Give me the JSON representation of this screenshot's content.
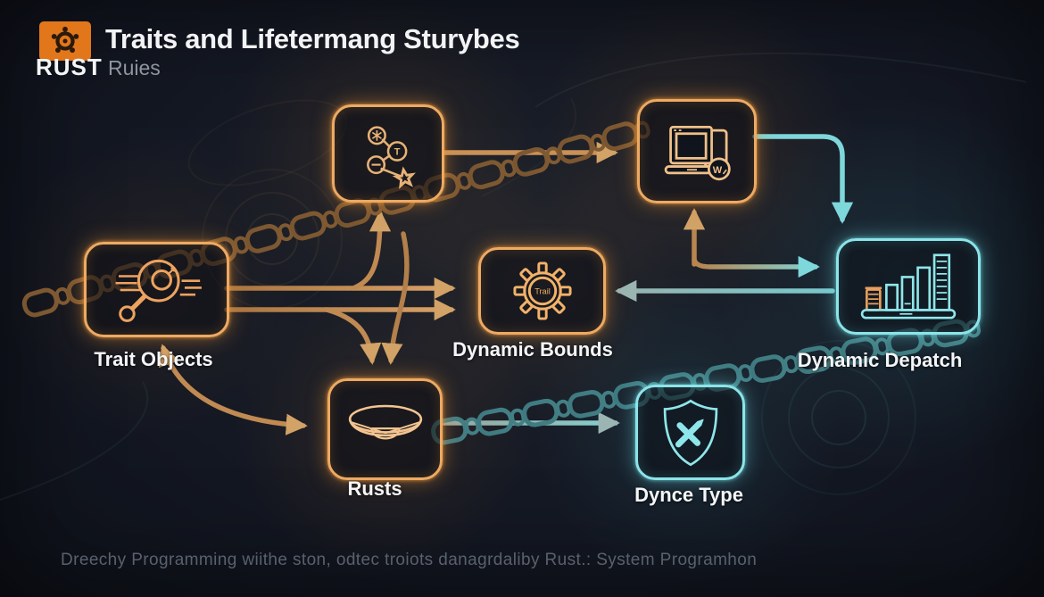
{
  "header": {
    "logo_text": "RUST",
    "title": "Traits and Lifetermang Sturybes",
    "subtitle": "Ruies"
  },
  "labels": {
    "trait_objects": "Trait Objects",
    "dynamic_bounds": "Dynamic Bounds",
    "dynamic_depatch": "Dynamic Depatch",
    "rusts": "Rusts",
    "dynce_type": "Dynce Type"
  },
  "icon_text": {
    "gear_center": "Trail",
    "monitor_badge": "W",
    "network_node_t": "T"
  },
  "caption": "Dreechy Programming wiithe ston, odtec troiots danagrdaliby Rust.: System Programhon",
  "colors": {
    "orange_accent": "#e8953f",
    "teal_accent": "#7fdde2",
    "logo_orange": "#e2761b",
    "background": "#141823"
  }
}
